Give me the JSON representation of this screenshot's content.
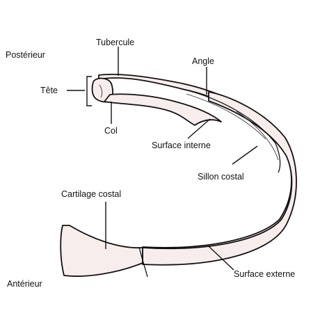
{
  "figure": {
    "labels": {
      "posterior": "Postérieur",
      "anterior": "Antérieur",
      "tubercle": "Tubercule",
      "head": "Tête",
      "neck": "Col",
      "angle": "Angle",
      "internal_surface": "Surface interne",
      "costal_groove": "Sillon costal",
      "costal_cartilage": "Cartilage costal",
      "external_surface": "Surface externe"
    },
    "colors": {
      "rib_fill": "#f8eded",
      "outline": "#111111",
      "background": "#ffffff"
    }
  }
}
